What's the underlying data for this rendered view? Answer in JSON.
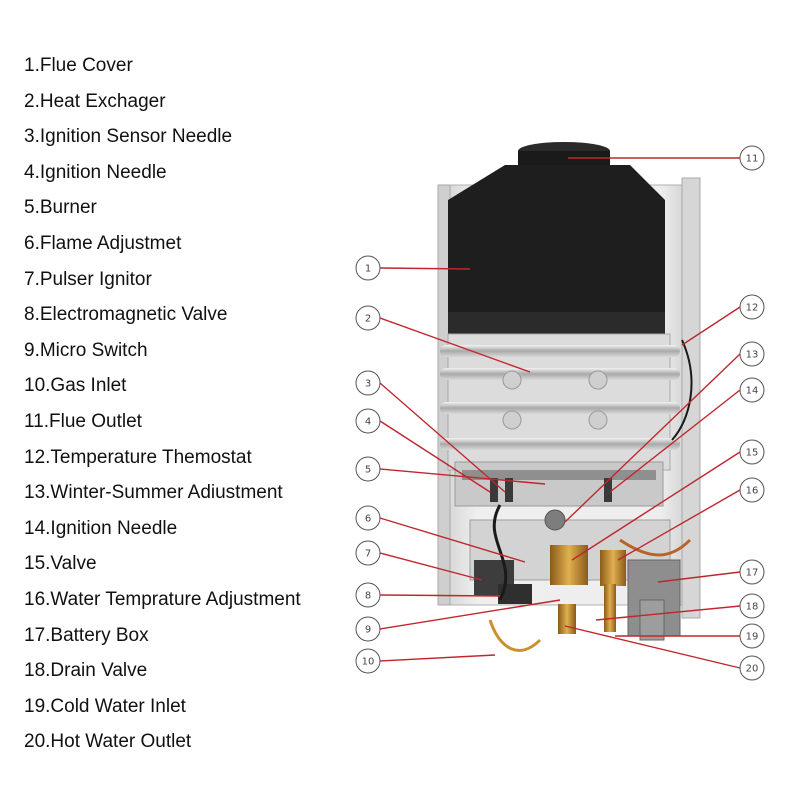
{
  "legend": [
    {
      "number": "1",
      "text": "1.Flue Cover"
    },
    {
      "number": "2",
      "text": "2.Heat Exchager"
    },
    {
      "number": "3",
      "text": "3.Ignition Sensor Needle"
    },
    {
      "number": "4",
      "text": "4.Ignition Needle"
    },
    {
      "number": "5",
      "text": "5.Burner"
    },
    {
      "number": "6",
      "text": "6.Flame Adjustmet"
    },
    {
      "number": "7",
      "text": "7.Pulser Ignitor"
    },
    {
      "number": "8",
      "text": "8.Electromagnetic Valve"
    },
    {
      "number": "9",
      "text": "9.Micro Switch"
    },
    {
      "number": "10",
      "text": "10.Gas Inlet"
    },
    {
      "number": "11",
      "text": "11.Flue Outlet"
    },
    {
      "number": "12",
      "text": "12.Temperature Themostat"
    },
    {
      "number": "13",
      "text": "13.Winter-Summer Adiustment"
    },
    {
      "number": "14",
      "text": "14.Ignition Needle"
    },
    {
      "number": "15",
      "text": "15.Valve"
    },
    {
      "number": "16",
      "text": "16.Water Temprature Adjustment"
    },
    {
      "number": "17",
      "text": "17.Battery Box"
    },
    {
      "number": "18",
      "text": "18.Drain Valve"
    },
    {
      "number": "19",
      "text": "19.Cold Water Inlet"
    },
    {
      "number": "20",
      "text": "20.Hot Water Outlet"
    }
  ],
  "colors": {
    "leader_line": "#c0262d",
    "callout_circle": "#555555",
    "cabinet": "#e6e6e6",
    "flue_cover": "#1c1c1c",
    "pipe": "#b5b5b5",
    "brass": "#c8902e",
    "copper": "#b8632a"
  }
}
